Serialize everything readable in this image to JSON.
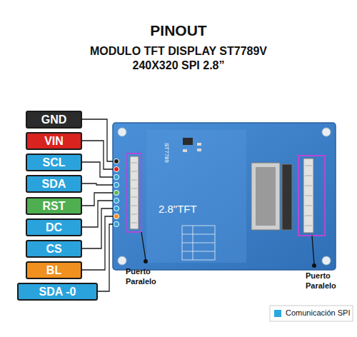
{
  "diagram": {
    "title": "PINOUT",
    "nodes": [
      {
        "text": [
          "GND"
        ]
      },
      {
        "text": [
          "VIN"
        ]
      },
      {
        "text": [
          "SCL"
        ]
      },
      {
        "text": [
          "SDA"
        ]
      },
      {
        "text": [
          "RST"
        ]
      },
      {
        "text": [
          "DC"
        ]
      },
      {
        "text": [
          "CS"
        ]
      },
      {
        "text": [
          "BL"
        ]
      },
      {
        "text": [
          "SDA -0"
        ]
      }
    ],
    "labels": [
      "MODULO TFT DISPLAY ST7789V 240X320 SPI 2.8”",
      "ST7789",
      "2.8\"TFT",
      "Puerto Paralelo",
      "Puerto Paralelo"
    ],
    "legend": [
      {
        "text": "Comunicación SPI",
        "color": "#29a8e0"
      }
    ]
  }
}
